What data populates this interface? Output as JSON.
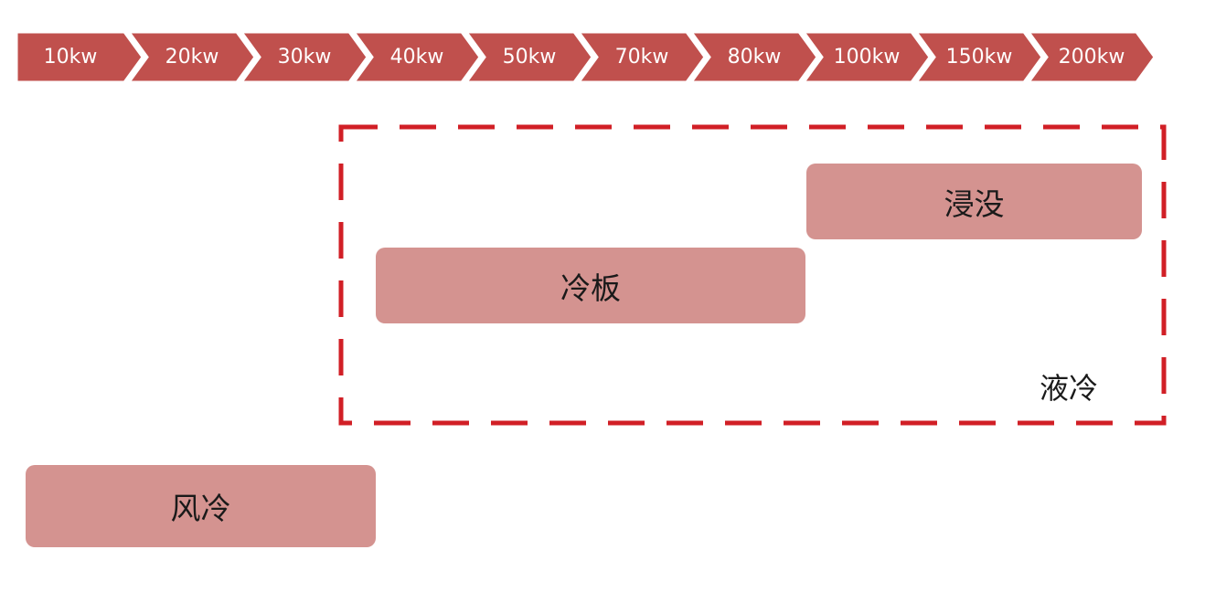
{
  "scale": {
    "steps": [
      "10kw",
      "20kw",
      "30kw",
      "40kw",
      "50kw",
      "70kw",
      "80kw",
      "100kw",
      "150kw",
      "200kw"
    ],
    "color": "#c0504d"
  },
  "liquid_group": {
    "label": "液冷",
    "border_color": "#d11f26"
  },
  "methods": {
    "immersion": {
      "label": "浸没"
    },
    "cold_plate": {
      "label": "冷板"
    },
    "air": {
      "label": "风冷"
    },
    "bar_color": "#d49390"
  }
}
